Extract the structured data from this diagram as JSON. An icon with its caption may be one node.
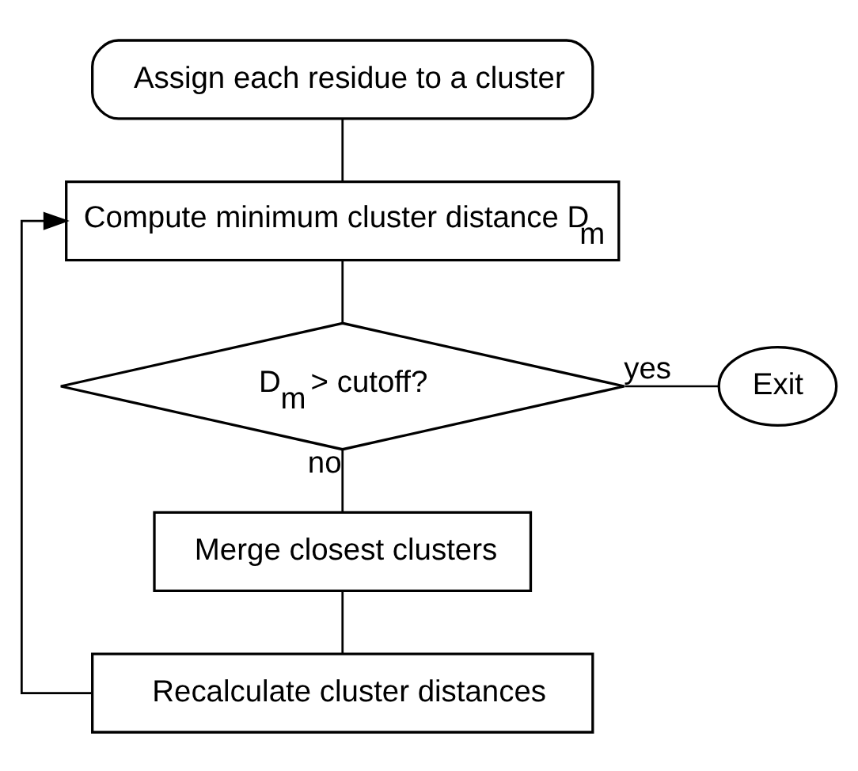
{
  "diagram": {
    "nodes": [
      {
        "text": [
          "Assign each residue to a cluster"
        ]
      },
      {
        "text": [
          "Compute minimum cluster distance D$_{m}$"
        ]
      },
      {
        "text": [
          "D$_{m}$ > cutoff?"
        ]
      },
      {
        "text": [
          "Exit"
        ]
      },
      {
        "text": [
          "Merge closest clusters"
        ]
      },
      {
        "text": [
          "Recalculate cluster distances"
        ]
      }
    ],
    "edges": [
      {
        "from": 0,
        "to": 1,
        "arrow": "none"
      },
      {
        "from": 1,
        "to": 2,
        "arrow": "none"
      },
      {
        "from": 2,
        "to": 3,
        "arrow": "none",
        "label": "yes"
      },
      {
        "from": 2,
        "to": 4,
        "arrow": "none",
        "label": "no"
      },
      {
        "from": 4,
        "to": 5,
        "arrow": "none"
      },
      {
        "from": 5,
        "to": 1,
        "arrow": "to"
      }
    ]
  }
}
